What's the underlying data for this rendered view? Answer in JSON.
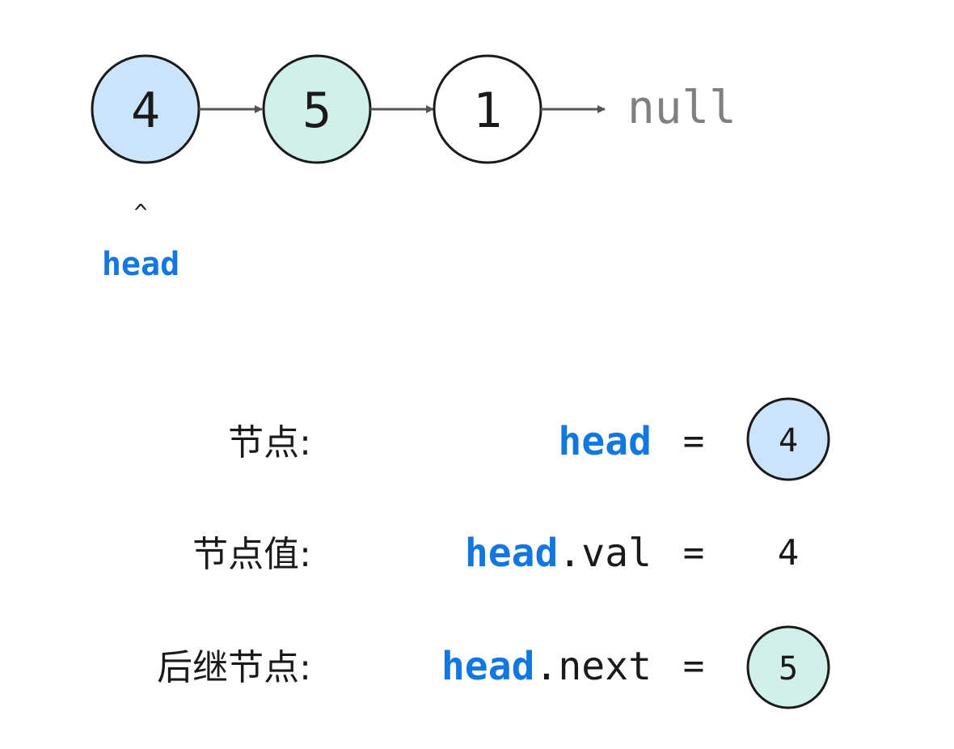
{
  "linked_list": {
    "nodes": [
      {
        "value": "4",
        "fill": "#cce3fc"
      },
      {
        "value": "5",
        "fill": "#d2f0ea"
      },
      {
        "value": "1",
        "fill": "#ffffff"
      }
    ],
    "terminator": "null",
    "pointer_caret": "^",
    "pointer_label": "head"
  },
  "rows": [
    {
      "label": "节点:",
      "expr_keyword": "head",
      "expr_suffix": "",
      "equals": "=",
      "result": {
        "kind": "node",
        "value": "4",
        "fill": "#cce3fc"
      }
    },
    {
      "label": "节点值:",
      "expr_keyword": "head",
      "expr_suffix": ".val",
      "equals": "=",
      "result": {
        "kind": "value",
        "value": "4"
      }
    },
    {
      "label": "后继节点:",
      "expr_keyword": "head",
      "expr_suffix": ".next",
      "equals": "=",
      "result": {
        "kind": "node",
        "value": "5",
        "fill": "#d2f0ea"
      }
    }
  ],
  "colors": {
    "accent": "#1277e1",
    "null_text": "#808080",
    "arrow": "#555555"
  }
}
